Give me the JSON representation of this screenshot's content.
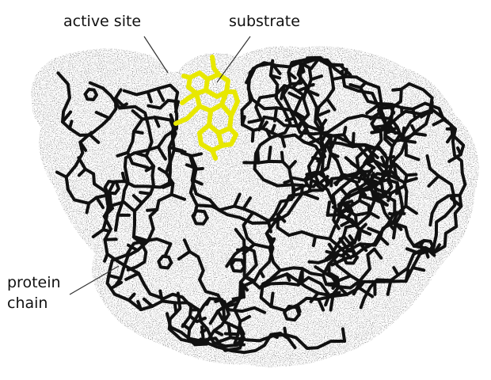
{
  "labels": {
    "active_site": "active site",
    "substrate": "substrate",
    "protein_line1": "protein",
    "protein_line2": "chain"
  },
  "colors": {
    "background": "#ffffff",
    "surface_dots": "#1a1a1a",
    "protein_backbone": "#111111",
    "substrate": "#e8e800",
    "leader_line": "#333333"
  }
}
